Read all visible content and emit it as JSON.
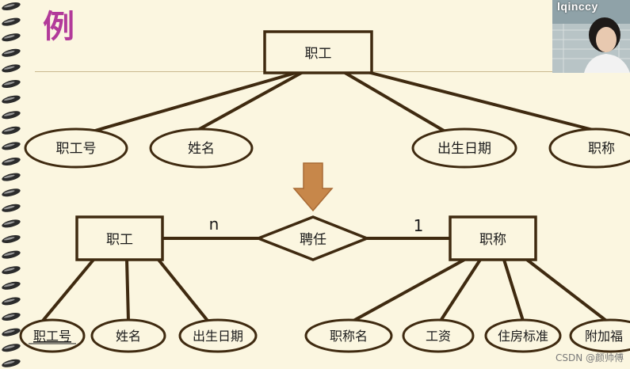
{
  "slide": {
    "title": "例"
  },
  "top_diagram": {
    "entity": "职工",
    "attributes": [
      "职工号",
      "姓名",
      "出生日期",
      "职称"
    ]
  },
  "bottom_diagram": {
    "left_entity": "职工",
    "relationship": "聘任",
    "right_entity": "职称",
    "left_cardinality": "n",
    "right_cardinality": "1",
    "left_attributes": [
      "职工号",
      "姓名",
      "出生日期"
    ],
    "right_attributes": [
      "职称名",
      "工资",
      "住房标准",
      "附加福"
    ]
  },
  "colors": {
    "line": "#3f2a10",
    "arrow": "#c7874a",
    "title": "#b23a9a",
    "background": "#fbf6e0"
  },
  "webcam": {
    "name": "lqinccy"
  },
  "watermark": "CSDN @颜帅傅"
}
